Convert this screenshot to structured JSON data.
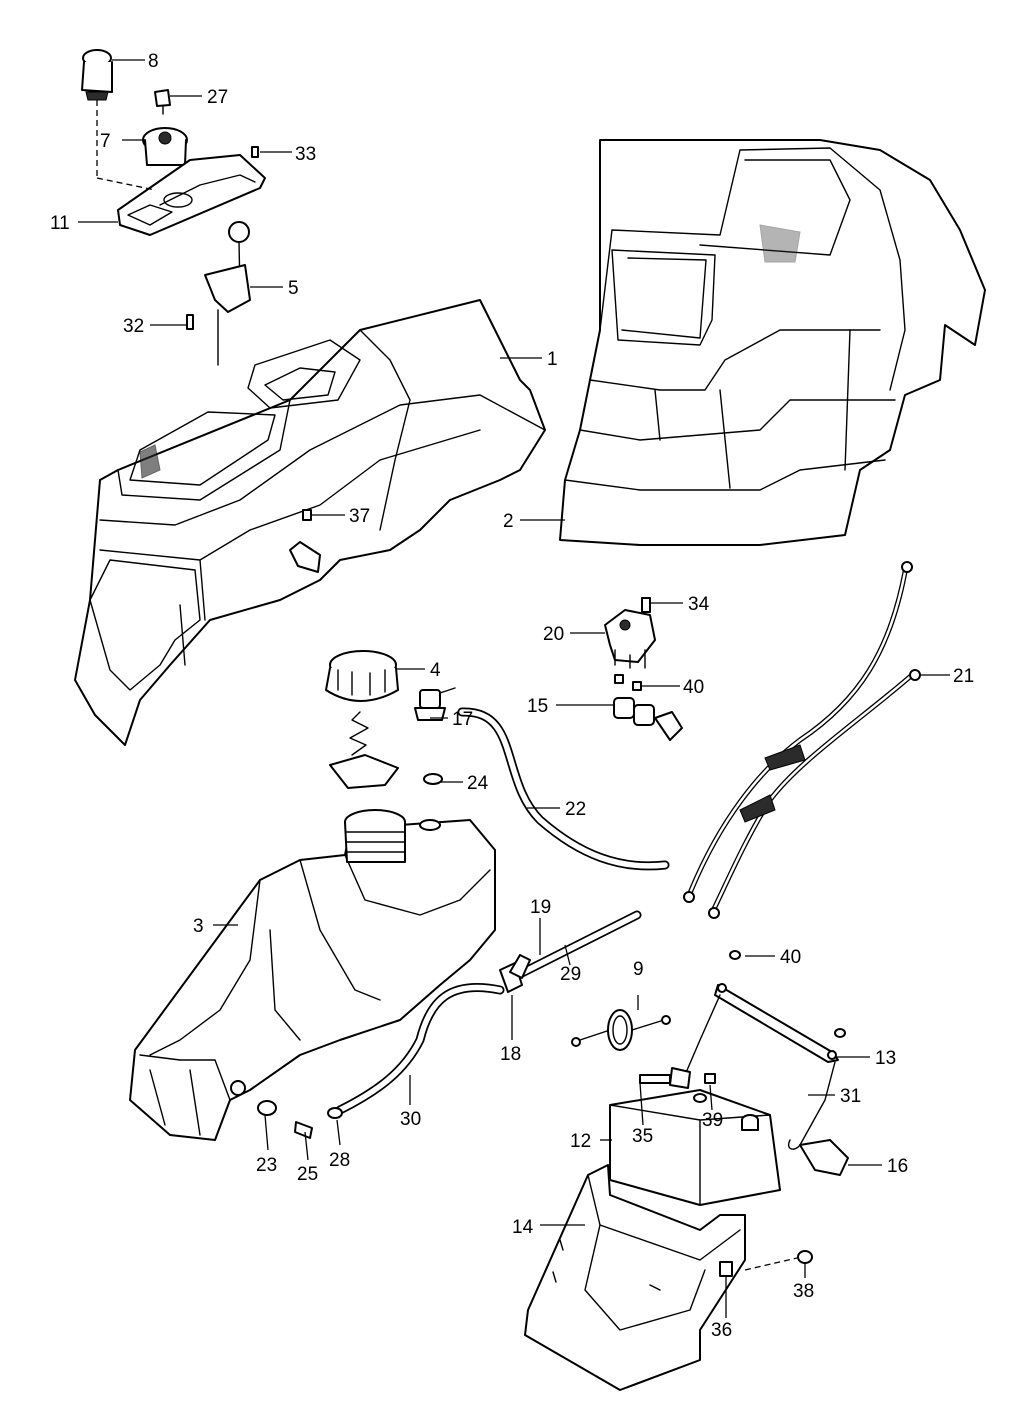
{
  "callouts": {
    "c1": "1",
    "c2": "2",
    "c3": "3",
    "c4": "4",
    "c5": "5",
    "c7": "7",
    "c8": "8",
    "c9": "9",
    "c11": "11",
    "c12": "12",
    "c13": "13",
    "c14": "14",
    "c15": "15",
    "c16": "16",
    "c17": "17",
    "c18": "18",
    "c19": "19",
    "c20": "20",
    "c21": "21",
    "c22": "22",
    "c23": "23",
    "c24": "24",
    "c25": "25",
    "c27": "27",
    "c28": "28",
    "c29": "29",
    "c30": "30",
    "c31": "31",
    "c32": "32",
    "c33": "33",
    "c34": "34",
    "c35": "35",
    "c36": "36",
    "c37": "37",
    "c38": "38",
    "c39": "39",
    "c40a": "40",
    "c40b": "40"
  }
}
